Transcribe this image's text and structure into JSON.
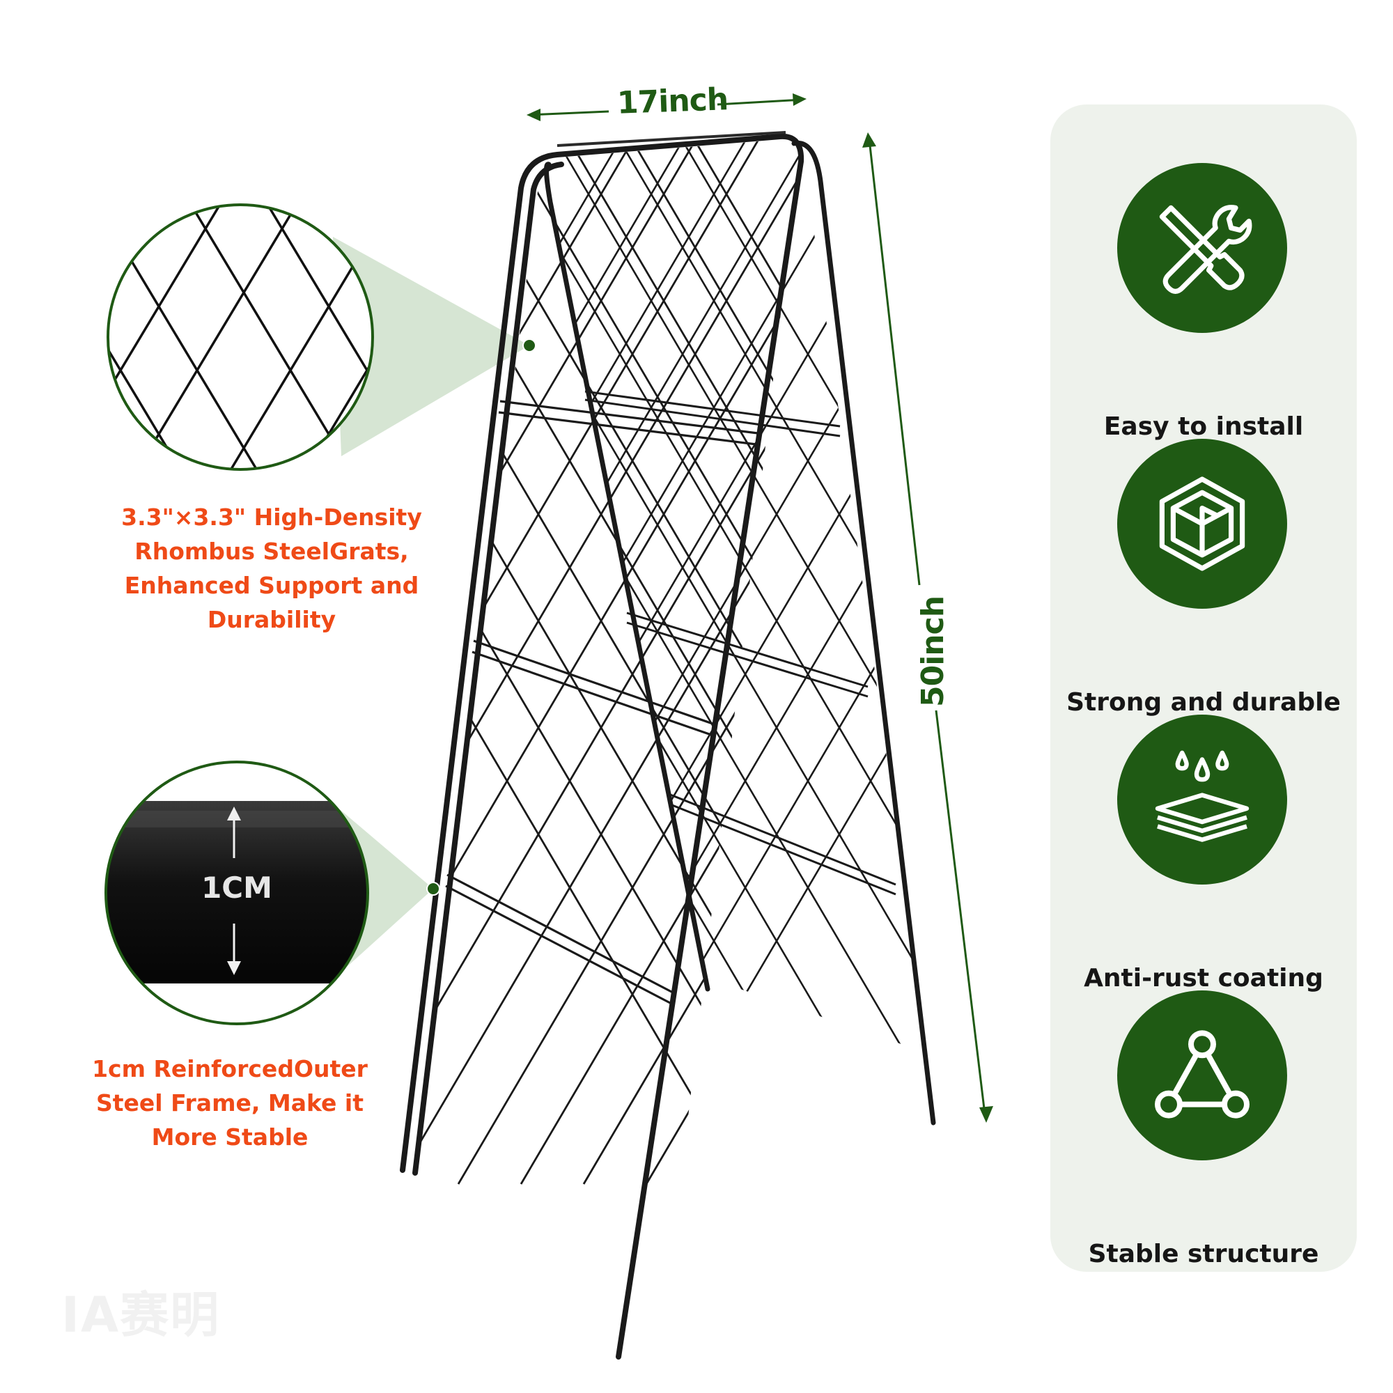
{
  "dimensions": {
    "width_label": "17inch",
    "height_label": "50inch"
  },
  "callouts": [
    {
      "text": "3.3\"×3.3\" High-Density\nRhombus SteelGrats,\nEnhanced Support and\nDurability",
      "detail": "rhombus-mesh-closeup"
    },
    {
      "text": "1cm ReinforcedOuter\nSteel Frame, Make it\nMore Stable",
      "detail": "tube-closeup",
      "zoom_label": "1CM"
    }
  ],
  "features": [
    {
      "label": "Easy to install",
      "icon": "tools-icon"
    },
    {
      "label": "Strong and durable",
      "icon": "cube-icon"
    },
    {
      "label": "Anti-rust coating",
      "icon": "waterproof-layers-icon"
    },
    {
      "label": "Stable structure",
      "icon": "triangle-nodes-icon"
    }
  ],
  "colors": {
    "brand_green": "#1f5a14",
    "accent_orange": "#ef4a17",
    "panel_bg": "#eef2ec",
    "frame_black": "#1a1a1a"
  },
  "watermark": "IA赛明"
}
